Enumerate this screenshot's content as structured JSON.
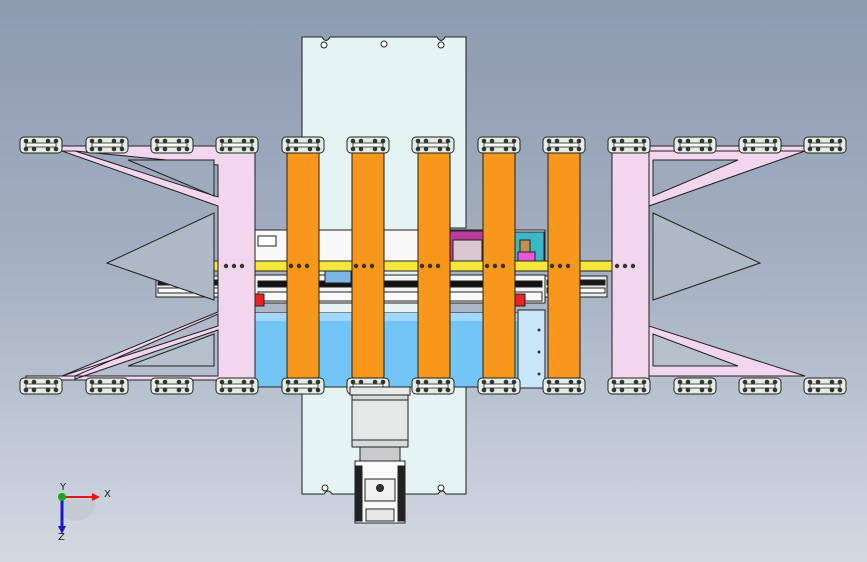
{
  "viewport": {
    "background_top": "#8d9bb0",
    "background_bottom": "#d3d9e2"
  },
  "model": {
    "view": "top",
    "parts": {
      "back_plate": {
        "color": "#e6f3f3",
        "icon": "mounting-plate"
      },
      "side_frame": {
        "color": "#f2d6ee",
        "icon": "frame"
      },
      "orange_strap": {
        "color": "#f7971c",
        "count": 5
      },
      "crossbar": {
        "color": "#f5e83a"
      },
      "blue_panel": {
        "color": "#73c5f5"
      },
      "clamp_block": {
        "color": "#e4ede4",
        "count": 26
      },
      "motor": {
        "color": "#d8dadb",
        "icon": "servo-motor"
      }
    }
  },
  "triad": {
    "x_label": "X",
    "y_label": "Y",
    "z_label": "Z",
    "x_color": "#e01818",
    "y_color": "#18a818",
    "z_color": "#1818d0"
  }
}
